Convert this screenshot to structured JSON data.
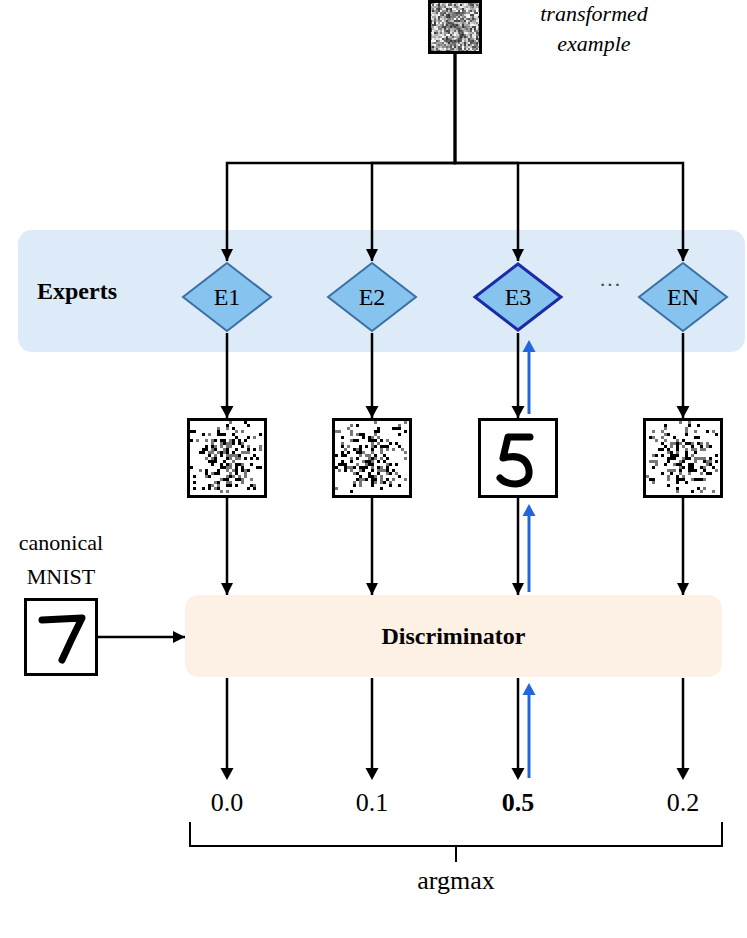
{
  "diagram": {
    "nodes": [
      {
        "text": [
          "transformed example"
        ]
      },
      {
        "text": [
          "Experts"
        ]
      },
      {
        "text": [
          "E1"
        ],
        "in": 1
      },
      {
        "text": [
          "E2"
        ],
        "in": 1
      },
      {
        "text": [
          "E3"
        ],
        "in": 1
      },
      {
        "text": [
          "EN"
        ],
        "in": 1
      },
      {
        "text": [
          "canonical MNIST"
        ]
      },
      {
        "text": [
          "Discriminator"
        ]
      }
    ],
    "edges": [
      {
        "from": 0,
        "to": 2,
        "arrow": "to"
      },
      {
        "from": 0,
        "to": 3,
        "arrow": "to"
      },
      {
        "from": 0,
        "to": 4,
        "arrow": "to"
      },
      {
        "from": 0,
        "to": 5,
        "arrow": "to"
      },
      {
        "from": 2,
        "to": 7,
        "arrow": "to"
      },
      {
        "from": 3,
        "to": 7,
        "arrow": "to"
      },
      {
        "from": 4,
        "to": 7,
        "arrow": "to"
      },
      {
        "from": 5,
        "to": 7,
        "arrow": "to"
      },
      {
        "from": 6,
        "to": 7,
        "arrow": "to"
      }
    ],
    "labels": [
      "···",
      "0.0",
      "0.1",
      "0.5",
      "0.2",
      "argmax"
    ]
  }
}
